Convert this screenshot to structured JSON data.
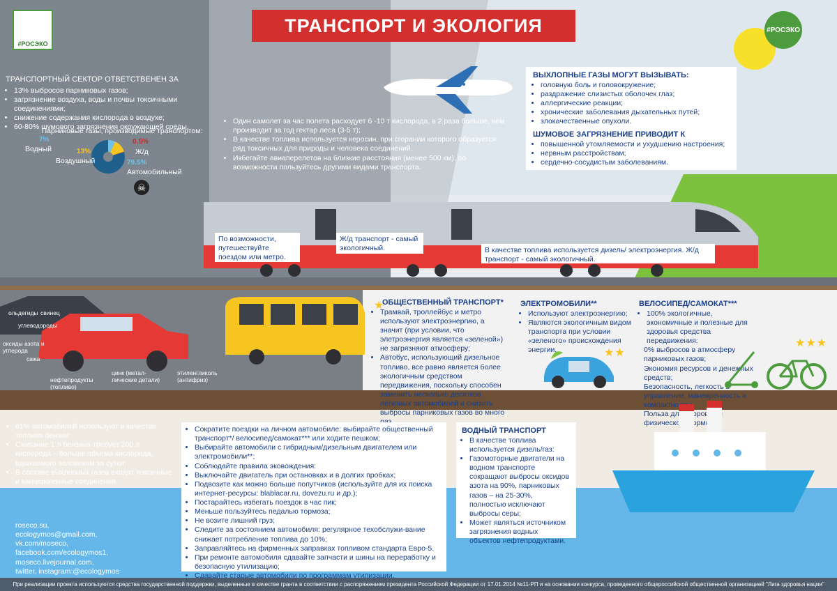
{
  "title": "ТРАНСПОРТ И ЭКОЛОГИЯ",
  "logo_text": "#РОСЭКО",
  "badge_text": "#РОСЭКО",
  "colors": {
    "red": "#d32f2f",
    "blue": "#1a3f8a",
    "green": "#4c9b3d",
    "yellow": "#f7c520",
    "dark": "#4f5c6c",
    "sea": "#64b7e8"
  },
  "sector": {
    "heading": "ТРАНСПОРТНЫЙ СЕКТОР ОТВЕТСТВЕНЕН ЗА",
    "items": [
      "13% выбросов парниковых газов;",
      "загрязнение воздуха, воды и почвы токсичными соединениями;",
      "снижение содержания кислорода в воздухе;",
      "60-80% шумового загрязнения окружающей среды."
    ]
  },
  "pie": {
    "title": "Парниковые газы, производимые транспортом:",
    "slices": [
      {
        "label": "Водный",
        "value": 7,
        "display": "7%",
        "color": "#6fc3ea"
      },
      {
        "label": "Воздушный",
        "value": 13,
        "display": "13%",
        "color": "#f7c520"
      },
      {
        "label": "Ж/д",
        "value": 0.5,
        "display": "0.5%",
        "color": "#c62828"
      },
      {
        "label": "Автомобильный",
        "value": 79.5,
        "display": "79.5%",
        "color": "#1f5f8b"
      }
    ]
  },
  "plane_text": {
    "items": [
      "Один самолет за час полета расходует 6 -10 т кислорода, в 2 раза больше, чем производит за год гектар леса (3-5 т);",
      "В качестве топлива используется керосин, при сгорании которого образуется ряд токсичных для природы и человека соединений.",
      "Избегайте авиаперелетов на близкие расстояния (менее 500 км), по возможности пользуйтесь другими видами транспорта."
    ]
  },
  "exhaust": {
    "heading": "ВЫХЛОПНЫЕ ГАЗЫ МОГУТ ВЫЗЫВАТЬ:",
    "items": [
      "головную боль и головокружение;",
      "раздражение слизистых оболочек глаз;",
      "аллергические реакции;",
      "хронические заболевания дыхательных путей;",
      "злокачественные опухоли."
    ]
  },
  "noise": {
    "heading": "ШУМОВОЕ ЗАГРЯЗНЕНИЕ ПРИВОДИТ К",
    "items": [
      "повышенной утомляемости и ухудшению настроения;",
      "нервным расстройствам;",
      "сердечно-сосудистым заболеваниям."
    ]
  },
  "train": {
    "label1": "По возможности, путешествуйте поездом или метро.",
    "label2": "Ж/д транспорт - самый экологичный.",
    "label3": "В качестве топлива используется дизель/ электроэнергия. Ж/д транспорт - самый экологичный."
  },
  "pollutants": {
    "olovo": "ольдегиды",
    "svinets": "свинец",
    "uglevodorody": "углеводороды",
    "oksidy": "оксиды азота и углерода",
    "sazha": "сажа",
    "neft": "нефтепродукты (топливо)",
    "zink": "цинк (метал-лические детали)",
    "etilen": "этиленгликоль (антифриз)"
  },
  "public": {
    "heading": "ОБЩЕСТВЕННЫЙ ТРАНСПОРТ*",
    "items": [
      "Трамвай, троллейбус и метро используют электроэнергию, а значит (при условии, что элетроэнергия является «зеленой») не загрязняют атмосферу;",
      "Автобус, использующий дизельное топливо, все равно является более экологичным средством передвижения, поскольку способен заменить несколько десятков легковых автомобилей и снизить выбросы парниковых газов во много раз."
    ]
  },
  "electro": {
    "heading": "ЭЛЕКТРОМОБИЛИ**",
    "items": [
      "Используют электроэнергию;",
      "Являются экологичным видом транспорта при условии «зеленого» происхождения энергии."
    ]
  },
  "bike": {
    "heading": "ВЕЛОСИПЕД/САМОКАТ***",
    "intro": "100% экологичные, экономичные и полезные для здоровья средства передвижения:",
    "items": [
      "0% выбросов в атмосферу парниковых газов;",
      "Экономия ресурсов и денежных средств;",
      "Безопасность, легкость в управлении, маневренность и компактность;",
      "Польза для здоровья и физической формы."
    ]
  },
  "gasoline": {
    "items": [
      "61% автомобилей используют в качестве топлива бензин:",
      "Сжигание 1 л бензина требует 200 л кислорода – больше объема кислорода, вдыхаемого человеком за сутки;",
      "В составе выхлопных газов входят токсичные и канцерогенные соединения."
    ]
  },
  "tips": {
    "items": [
      "Сократите поездки на личном автомобиле: выбирайте общественный транспорт*/ велосипед/самокат*** или ходите пешком;",
      "Выбирайте автомобили с гибридным/дизельным двигателем или электромобили**;",
      "Соблюдайте правила эковождения:",
      "Выключайте двигатель при остановках и в долгих пробках;",
      "Подвозите как можно больше попутчиков (используйте для их поиска интернет-ресурсы: blablacar.ru, dovezu.ru и др.);",
      "Постарайтесь избегать поездок в час пик;",
      "Меньше пользуйтесь педалью тормоза;",
      "Не возите лишний груз;",
      "Следите за состоянием автомобиля: регулярное техобслужи-вание снижает потребление топлива до 10%;",
      "Заправляйтесь на фирменных заправках топливом стандарта Евро-5.",
      "При ремонте автомобиля сдавайте запчасти и шины на переработку и безопасную утилизацию;",
      "Сдавайте старые автомобили по программам утилизации."
    ]
  },
  "water": {
    "heading": "ВОДНЫЙ ТРАНСПОРТ",
    "items": [
      "В качестве топлива используется дизель/газ:",
      "Газомоторные двигатели на водном транспорте сокращают выбросы оксидов азота на 90%, парниковых газов – на 25-30%, полностью исключают выбросы серы;",
      "Может являться источником загрязнения водных объектов нефтепродуктами."
    ]
  },
  "links": [
    "roseco.su,",
    "ecologymos@gmail.com,",
    "vk.com/moseco,",
    "facebook.com/ecologymos1,",
    "moseco.livejournal.com,",
    "twitter, instagram:@ecologymos"
  ],
  "footer": "При реализации проекта используются средства государственной поддержки, выделенные в качестве гранта в соответствии с распоряжением президента Российской Федерации от 17.01.2014 №11-РП и на основании конкурса, проведенного общероссийской общественной организацией \"Лига здоровья нации\""
}
